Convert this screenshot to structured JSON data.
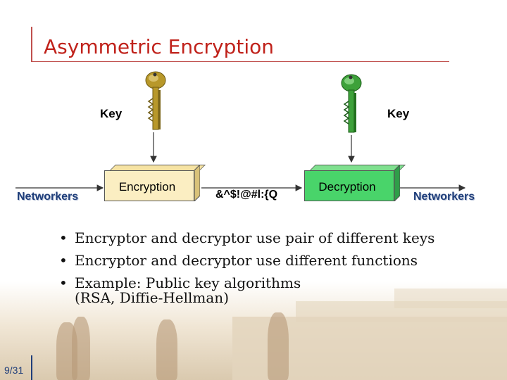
{
  "title": "Asymmetric Encryption",
  "keys": {
    "left_label": "Key",
    "right_label": "Key",
    "left_color": "#b8982a",
    "right_color": "#3da13a"
  },
  "flow": {
    "input_label": "Networkers",
    "encryption_label": "Encryption",
    "ciphertext": "&^$!@#l:{Q",
    "decryption_label": "Decryption",
    "output_label": "Networkers"
  },
  "colors": {
    "title": "#c0221b",
    "networkers": "#1f3e7a",
    "encryption_box": "#fbeec2",
    "decryption_box": "#49d46a"
  },
  "bullets": [
    "Encryptor and decryptor use pair of different keys",
    "Encryptor and decryptor use different functions",
    "Example: Public key algorithms",
    "(RSA, Diffie-Hellman)"
  ],
  "page": "9/31"
}
